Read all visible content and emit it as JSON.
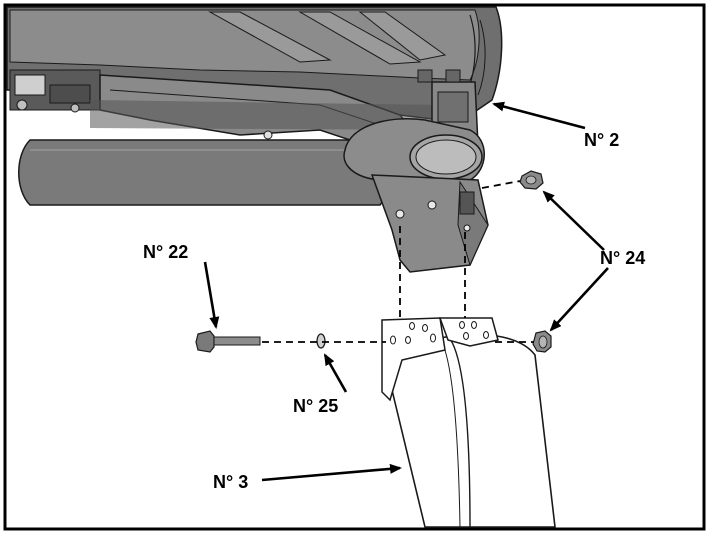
{
  "diagram": {
    "labels": {
      "part_2": "N° 2",
      "part_22": "N° 22",
      "part_24": "N° 24",
      "part_25": "N° 25",
      "part_3": "N° 3"
    },
    "colors": {
      "frame": "#000000",
      "body_dark": "#6f6f6f",
      "body_mid": "#8c8c8c",
      "body_light": "#bfbfbf",
      "highlight": "#e0e0e0",
      "outline": "#1a1a1a"
    }
  }
}
